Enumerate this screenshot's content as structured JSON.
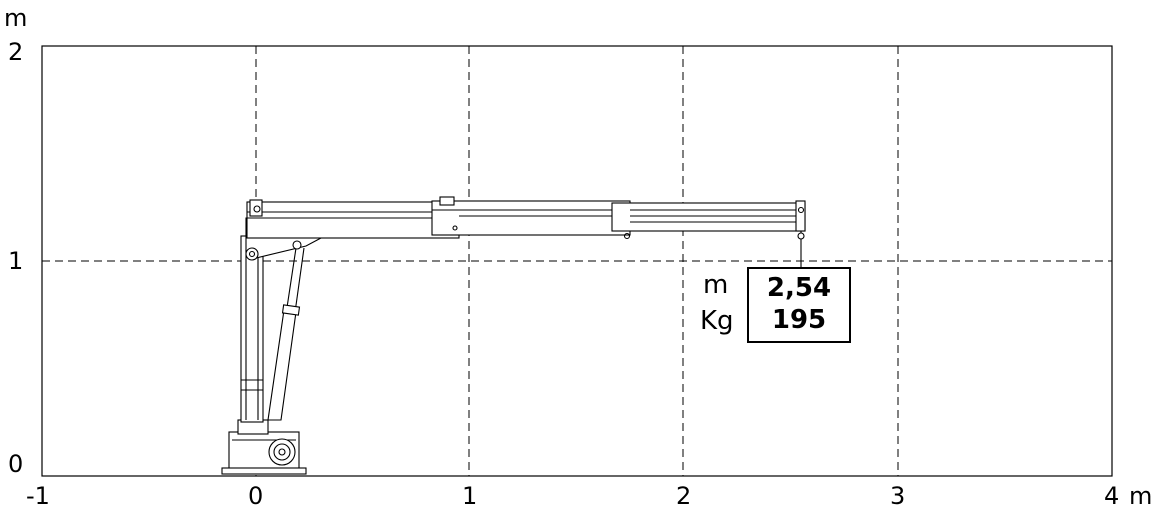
{
  "axes": {
    "x_unit": "m",
    "y_unit": "m",
    "x_ticks": [
      "-1",
      "0",
      "1",
      "2",
      "3",
      "4"
    ],
    "y_ticks": [
      "2",
      "1",
      "0"
    ],
    "x_range": [
      -1,
      4
    ],
    "y_range": [
      0,
      2
    ],
    "grid": true
  },
  "load_point": {
    "reach_label": "m",
    "load_label": "Kg",
    "reach_value": "2,54",
    "load_value": "195"
  },
  "colors": {
    "line": "#000000",
    "background": "#ffffff"
  }
}
